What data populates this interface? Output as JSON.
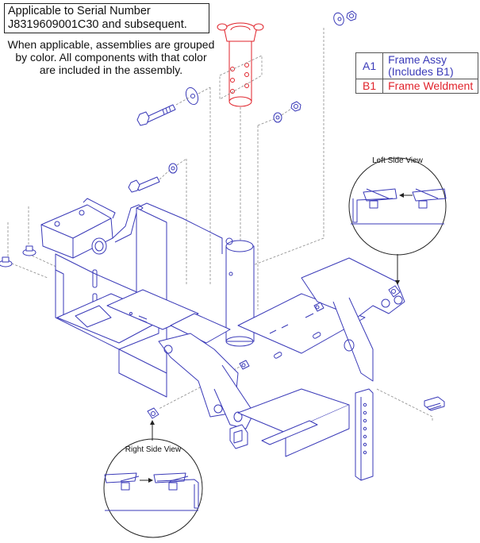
{
  "serial_box": {
    "line1": "Applicable to Serial Number",
    "line2": "J8319609001C30 and subsequent."
  },
  "note": {
    "line1": "When applicable, assemblies are grouped",
    "line2": "by color. All components with that color",
    "line3": "are included in the assembly."
  },
  "legend": {
    "rows": [
      {
        "code": "A1",
        "desc_line1": "Frame Assy",
        "desc_line2": "(Includes B1)",
        "color": "#3a3ab8"
      },
      {
        "code": "B1",
        "desc_line1": "Frame Weldment",
        "desc_line2": "",
        "color": "#e0232b"
      }
    ]
  },
  "detail_views": {
    "left": {
      "label": "Left Side View"
    },
    "right": {
      "label": "Right Side View"
    }
  },
  "colors": {
    "assembly_a1": "#3a3ab8",
    "weldment_b1": "#e0232b",
    "leader_lines": "#888888",
    "callout": "#222222"
  }
}
